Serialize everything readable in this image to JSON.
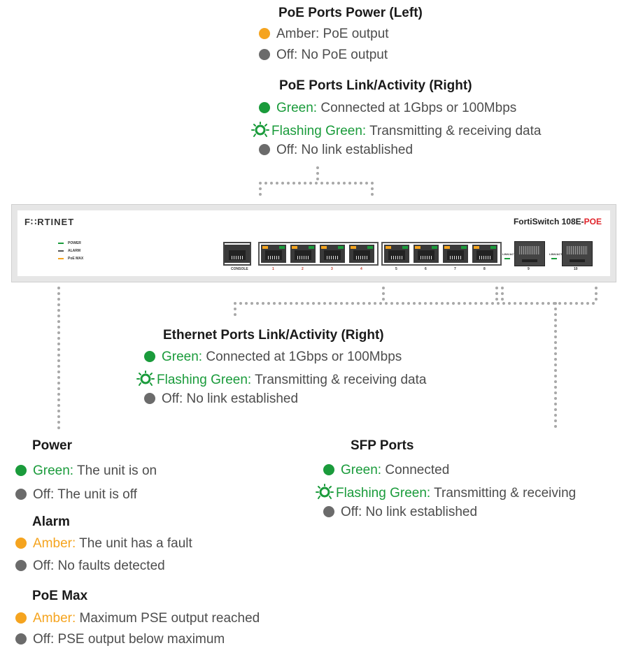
{
  "colors": {
    "green": "#1a9b3b",
    "amber": "#f5a41f",
    "gray": "#6b6b6b"
  },
  "poe_power": {
    "title": "PoE Ports Power (Left)",
    "items": [
      {
        "icon": "amber-dot",
        "highlight": "",
        "text": "Amber: PoE output"
      },
      {
        "icon": "gray-dot",
        "highlight": "",
        "text": "Off: No PoE output"
      }
    ]
  },
  "poe_link": {
    "title": "PoE Ports Link/Activity (Right)",
    "items": [
      {
        "icon": "green-dot",
        "highlight": "Green:",
        "text": " Connected at 1Gbps or 100Mbps"
      },
      {
        "icon": "flashing-icon",
        "highlight": "Flashing Green:",
        "text": " Transmitting & receiving data"
      },
      {
        "icon": "gray-dot",
        "highlight": "",
        "text": "Off: No link established"
      }
    ]
  },
  "device": {
    "brand": "F∷RTINET",
    "model_prefix": "FortiSwitch 108E-",
    "model_suffix": "POE",
    "leds": [
      "POWER",
      "ALARM",
      "PoE MAX"
    ],
    "console_label": "CONSOLE",
    "port_numbers": [
      "1",
      "2",
      "3",
      "4",
      "5",
      "6",
      "7",
      "8",
      "9",
      "10"
    ],
    "link_act": "LINK/ACT"
  },
  "ethernet_link": {
    "title": "Ethernet Ports Link/Activity (Right)",
    "items": [
      {
        "icon": "green-dot",
        "highlight": "Green:",
        "text": " Connected at 1Gbps or 100Mbps"
      },
      {
        "icon": "flashing-icon",
        "highlight": "Flashing Green:",
        "text": " Transmitting & receiving data"
      },
      {
        "icon": "gray-dot",
        "highlight": "",
        "text": "Off: No link established"
      }
    ]
  },
  "power": {
    "title": "Power",
    "items": [
      {
        "icon": "green-dot",
        "highlight": "Green:",
        "text": " The unit is on"
      },
      {
        "icon": "gray-dot",
        "highlight": "",
        "text": "Off: The unit is off"
      }
    ]
  },
  "alarm": {
    "title": "Alarm",
    "items": [
      {
        "icon": "amber-dot",
        "highlight": "Amber:",
        "text": " The unit has a fault"
      },
      {
        "icon": "gray-dot",
        "highlight": "",
        "text": "Off: No faults detected"
      }
    ]
  },
  "poe_max": {
    "title": "PoE Max",
    "items": [
      {
        "icon": "amber-dot",
        "highlight": "Amber:",
        "text": " Maximum PSE output reached"
      },
      {
        "icon": "gray-dot",
        "highlight": "",
        "text": "Off: PSE output below maximum"
      }
    ]
  },
  "sfp": {
    "title": "SFP Ports",
    "items": [
      {
        "icon": "green-dot",
        "highlight": "Green:",
        "text": " Connected"
      },
      {
        "icon": "flashing-icon",
        "highlight": "Flashing Green:",
        "text": " Transmitting & receiving"
      },
      {
        "icon": "gray-dot",
        "highlight": "",
        "text": "Off: No link established"
      }
    ]
  }
}
